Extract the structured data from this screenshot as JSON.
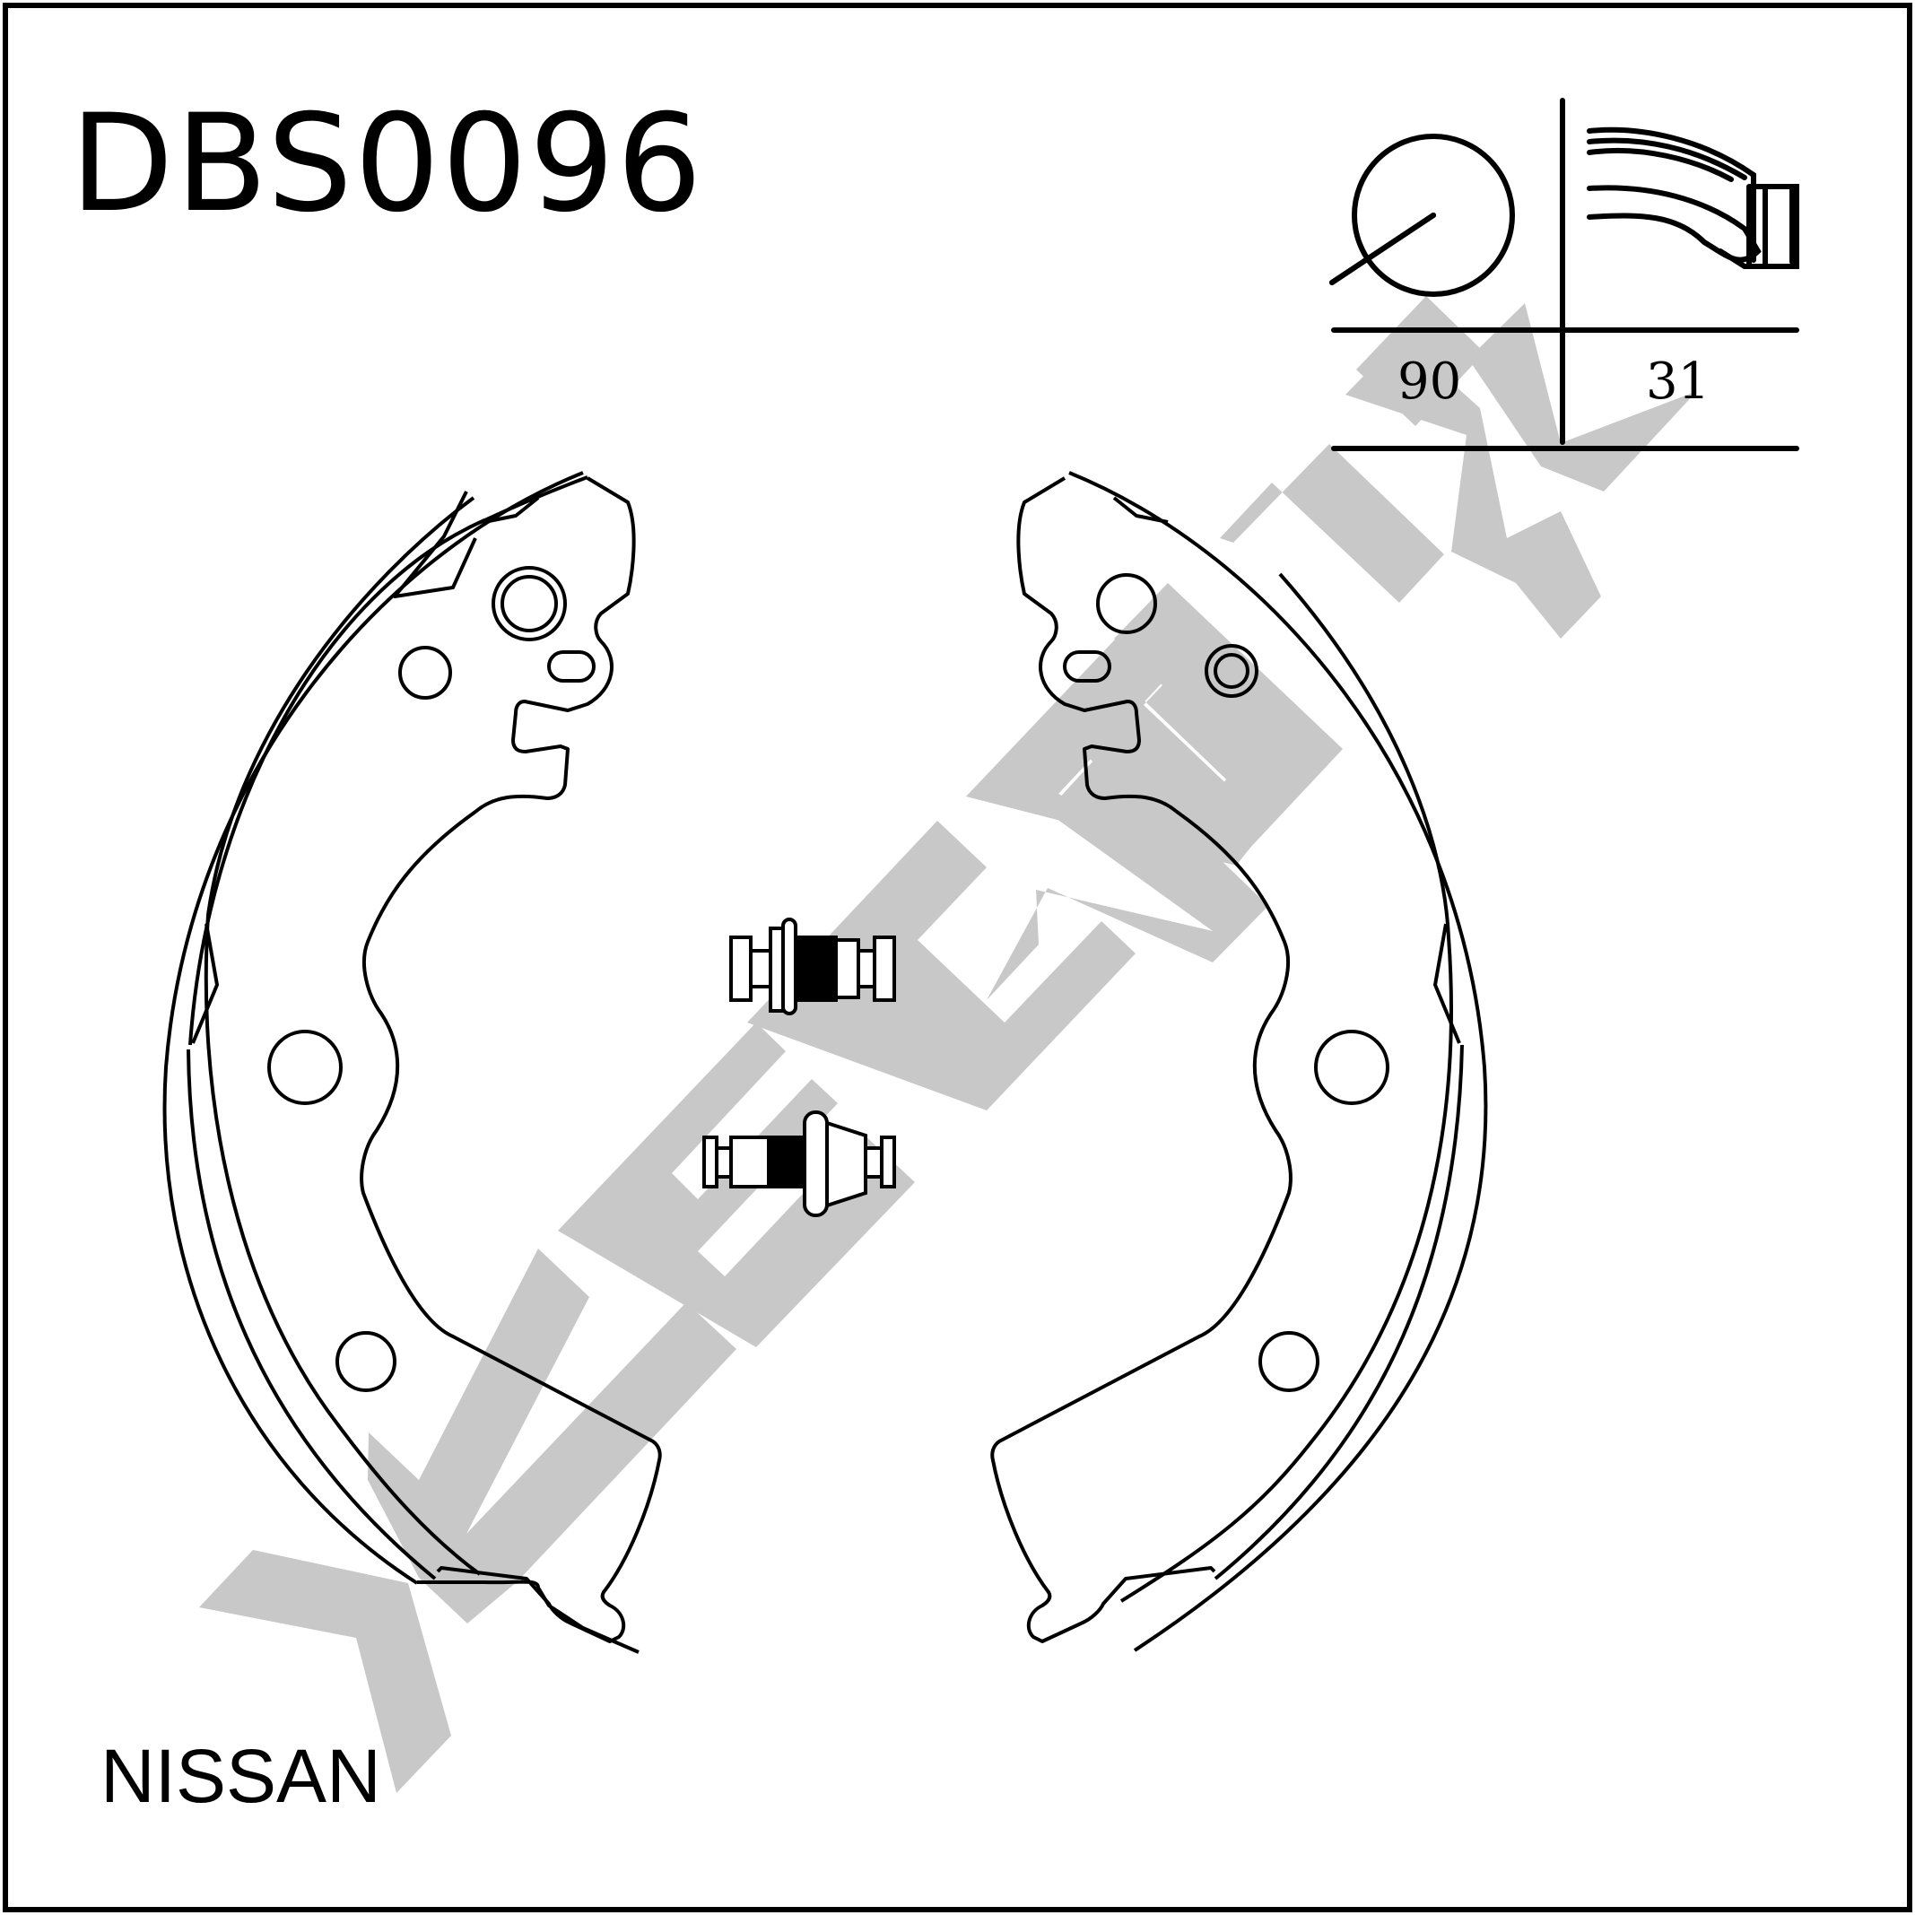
{
  "part_number": "DBS0096",
  "vehicle_make": "NISSAN",
  "dimensions": {
    "diameter": "90",
    "width": "31"
  },
  "watermark": {
    "color": "#c8c8c8"
  },
  "colors": {
    "line": "#000000",
    "background": "#ffffff"
  }
}
